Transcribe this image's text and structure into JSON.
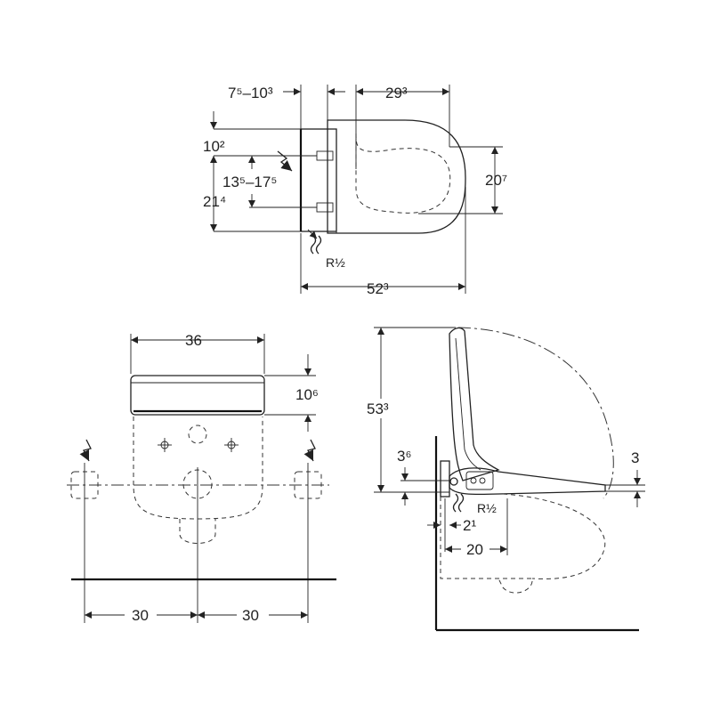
{
  "top_view": {
    "dim_75_103": "7⁵–10³",
    "dim_293": "29³",
    "dim_102": "10²",
    "dim_135_175": "13⁵–17⁵",
    "dim_214": "21⁴",
    "dim_207": "20⁷",
    "dim_R12": "R½",
    "dim_523": "52³"
  },
  "front_view": {
    "dim_36": "36",
    "dim_106": "10⁶",
    "dim_30_left": "30",
    "dim_30_right": "30"
  },
  "side_view": {
    "dim_533": "53³",
    "dim_36": "3⁶",
    "dim_3": "3",
    "dim_R12": "R½",
    "dim_21": "2¹",
    "dim_20": "20"
  }
}
